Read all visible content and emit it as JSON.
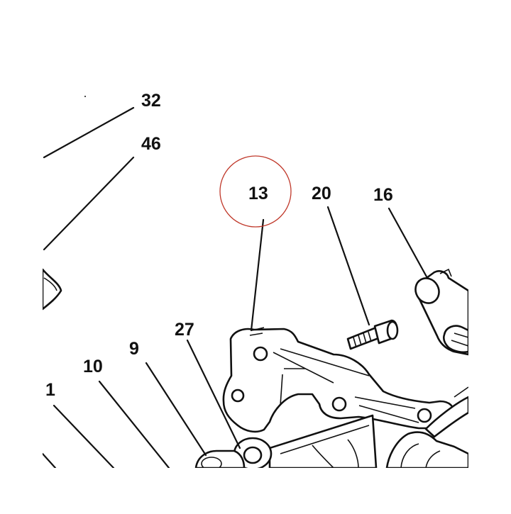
{
  "diagram": {
    "callouts": [
      {
        "id": "c32",
        "label": "32"
      },
      {
        "id": "c46",
        "label": "46"
      },
      {
        "id": "c13",
        "label": "13",
        "highlighted": true
      },
      {
        "id": "c20",
        "label": "20"
      },
      {
        "id": "c16",
        "label": "16"
      },
      {
        "id": "c27",
        "label": "27"
      },
      {
        "id": "c9",
        "label": "9"
      },
      {
        "id": "c10",
        "label": "10"
      },
      {
        "id": "c1",
        "label": "1"
      }
    ],
    "highlight_color": "#c0392b",
    "line_color": "#111111",
    "background": "#ffffff"
  }
}
